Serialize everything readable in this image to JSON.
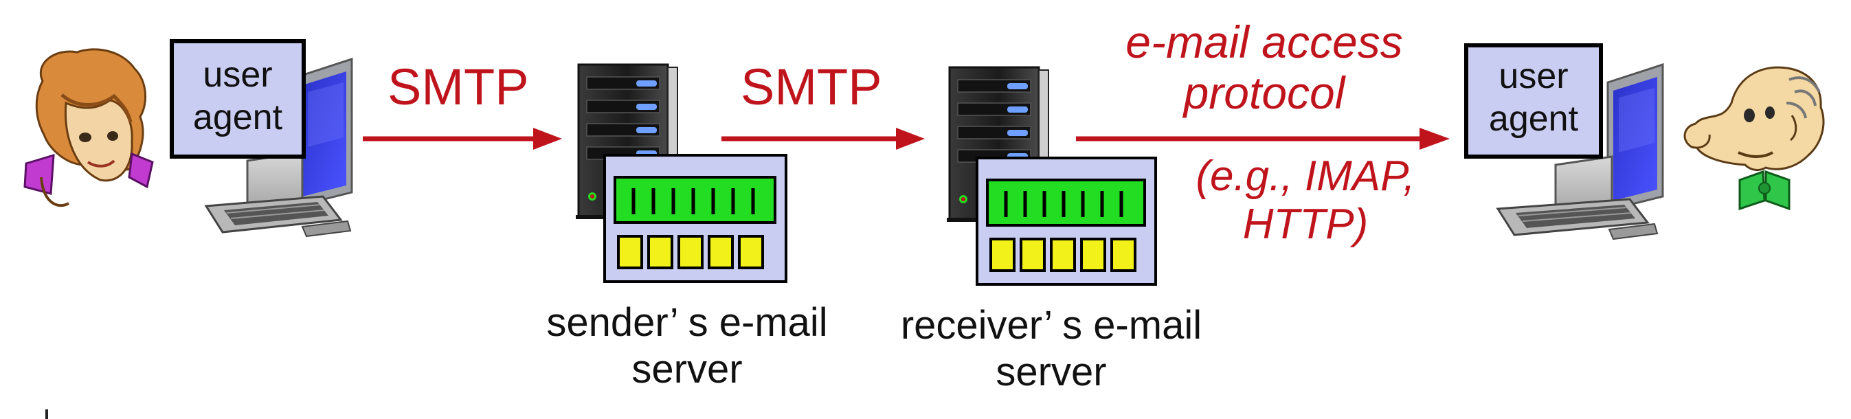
{
  "user_agents": {
    "left": {
      "line1": "user",
      "line2": "agent"
    },
    "right": {
      "line1": "user",
      "line2": "agent"
    }
  },
  "protocols": {
    "smtp_1": "SMTP",
    "smtp_2": "SMTP",
    "access_line1": "e-mail access",
    "access_line2": "protocol",
    "example_line1": "(e.g., IMAP,",
    "example_line2": "HTTP)"
  },
  "servers": {
    "sender": {
      "line1": "sender’ s e-mail",
      "line2": "server"
    },
    "receiver": {
      "line1": "receiver’ s e-mail",
      "line2": "server"
    }
  },
  "colors": {
    "arrow": "#c0141c",
    "protocol_text": "#c0141c",
    "panel_fill": "#c9cdf2",
    "mailbox_green": "#22dd22",
    "mailbox_yellow": "#f2f21a"
  },
  "icons": [
    "woman-face-icon",
    "man-face-icon",
    "computer-icon",
    "server-rack-icon",
    "mailbox-icon"
  ]
}
